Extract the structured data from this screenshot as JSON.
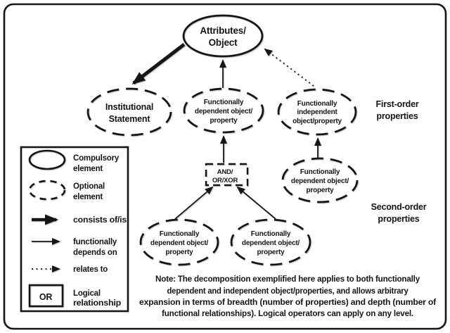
{
  "colors": {
    "ink": "#161616",
    "background": "#ffffff"
  },
  "nodes": {
    "attributes_object": {
      "style": "compulsory",
      "lines": [
        "Attributes/",
        "Object"
      ]
    },
    "institutional_statement": {
      "style": "optional",
      "lines": [
        "Institutional",
        "Statement"
      ]
    },
    "dep_first": {
      "style": "optional",
      "lines": [
        "Functionally",
        "dependent object/",
        "property"
      ]
    },
    "indep_first": {
      "style": "optional",
      "lines": [
        "Functionally",
        "independent",
        "object/property"
      ]
    },
    "dep_second_right": {
      "style": "optional",
      "lines": [
        "Functionally",
        "dependent object/",
        "property"
      ]
    },
    "dep_bottom_left": {
      "style": "optional",
      "lines": [
        "Functionally",
        "dependent object/",
        "property"
      ]
    },
    "dep_bottom_right": {
      "style": "optional",
      "lines": [
        "Functionally",
        "dependent object/",
        "property"
      ]
    }
  },
  "operator_box": {
    "lines": [
      "AND/",
      "OR/XOR"
    ]
  },
  "side_labels": {
    "first_order": {
      "lines": [
        "First-order",
        "properties"
      ]
    },
    "second_order": {
      "lines": [
        "Second-order",
        "properties"
      ]
    }
  },
  "legend": {
    "compulsory": {
      "symbol": "solid-ellipse",
      "lines": [
        "Compulsory",
        "element"
      ]
    },
    "optional": {
      "symbol": "dashed-ellipse",
      "lines": [
        "Optional",
        "element"
      ]
    },
    "consists": {
      "symbol": "thick-arrow",
      "lines": [
        "consists of/is"
      ]
    },
    "depends": {
      "symbol": "thin-arrow",
      "lines": [
        "functionally",
        "depends on"
      ]
    },
    "relates": {
      "symbol": "dotted-arrow",
      "lines": [
        "relates to"
      ]
    },
    "logical": {
      "symbol": "or-box",
      "box_label": "OR",
      "lines": [
        "Logical",
        "relationship"
      ]
    }
  },
  "note": {
    "lines": [
      "Note: The decomposition exemplified here applies to both functionally",
      "dependent and independent object/properties, and allows arbitrary",
      "expansion in terms of breadth (number of properties) and depth (number of",
      "functional relationships). Logical operators can apply on any level."
    ]
  }
}
